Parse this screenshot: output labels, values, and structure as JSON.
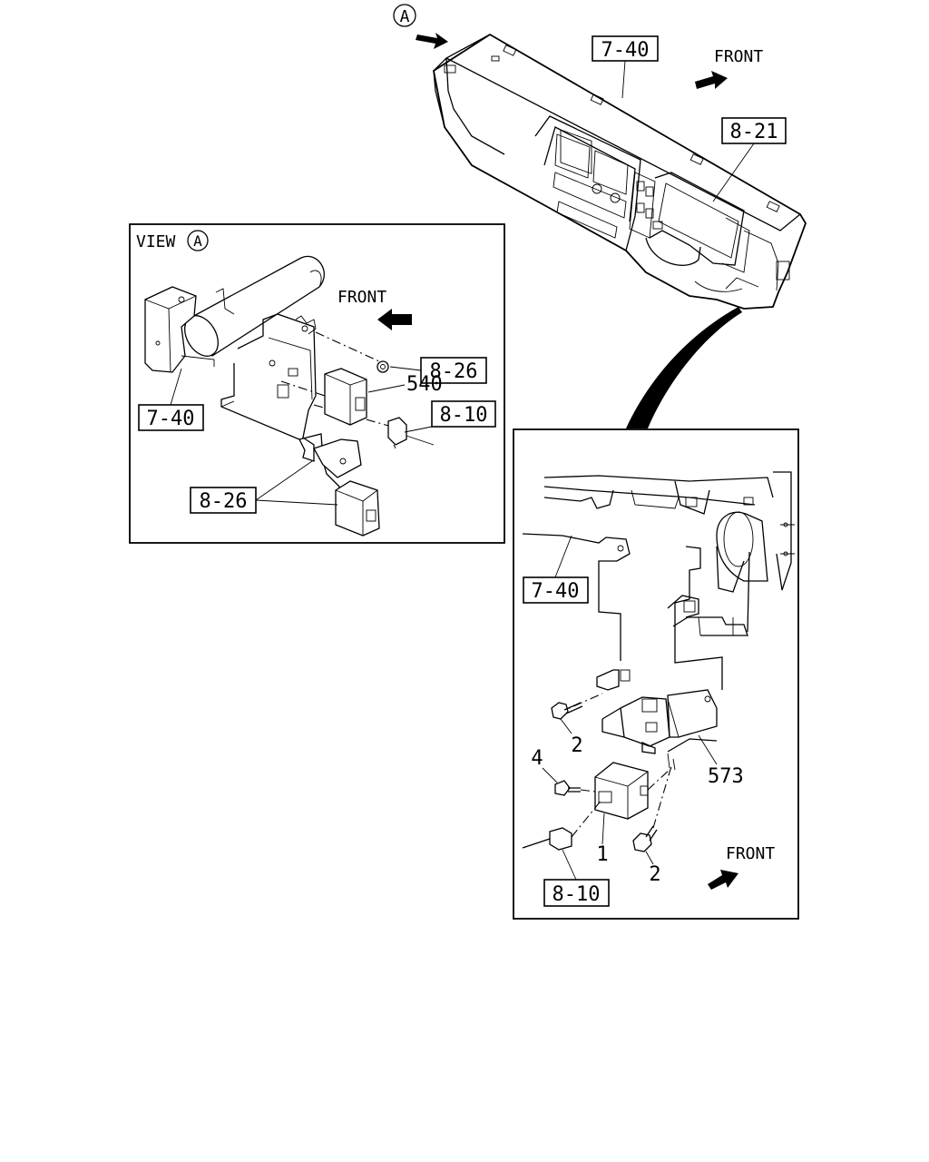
{
  "main_view": {
    "view_marker": "A",
    "front_label": "FRONT",
    "refs": {
      "ref_dashboard": "7-40",
      "ref_cluster": "8-21"
    }
  },
  "view_a": {
    "title": "VIEW",
    "title_marker": "A",
    "front_label": "FRONT",
    "refs": {
      "ref_top_nut": "8-26",
      "ref_crossmember": "7-40",
      "ref_harness": "8-10",
      "ref_lower_relay": "8-26"
    },
    "part_numbers": {
      "module": "540"
    }
  },
  "detail_view": {
    "front_label": "FRONT",
    "refs": {
      "ref_crossmember": "7-40",
      "ref_harness": "8-10"
    },
    "part_numbers": {
      "relay": "1",
      "bolt_upper": "2",
      "bolt_lower": "2",
      "screw": "4",
      "bracket": "573"
    }
  }
}
